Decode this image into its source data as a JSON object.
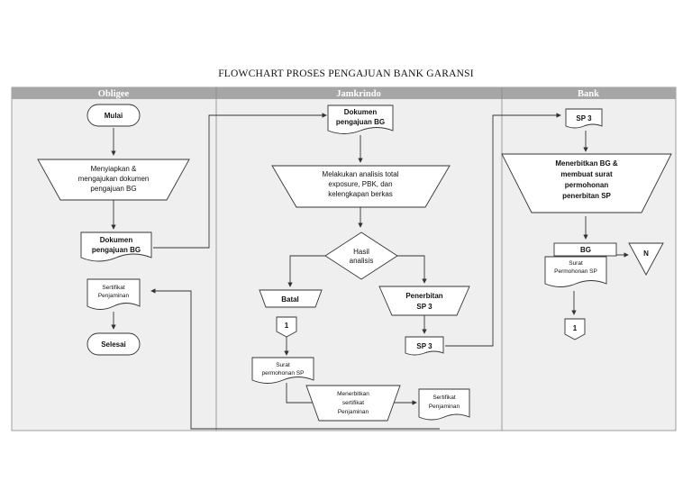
{
  "title": "FLOWCHART PROSES PENGAJUAN BANK GARANSI",
  "lanes": [
    "Obligee",
    "Jamkrindo",
    "Bank"
  ],
  "nodes": {
    "mulai": "Mulai",
    "menyiapkan": [
      "Menyiapkan &",
      "mengajukan dokumen",
      "pengajuan BG"
    ],
    "dok_obligee": [
      "Dokumen",
      "pengajuan BG"
    ],
    "sert_obligee": [
      "Sertifikat",
      "Penjaminan"
    ],
    "selesai": "Selesai",
    "dok_jam": [
      "Dokumen",
      "pengajuan BG"
    ],
    "analisis": [
      "Melakukan analisis total",
      "exposure, PBK, dan",
      "kelengkapan berkas"
    ],
    "hasil": [
      "Hasil",
      "analisis"
    ],
    "batal": "Batal",
    "penerbitan": [
      "Penerbitan",
      "SP 3"
    ],
    "conn1_jam": "1",
    "sp3_jam": "SP 3",
    "surat_jam": [
      "Surat",
      "permohonan SP"
    ],
    "menerbitkan_sert": [
      "Menerbitkan",
      "sertifikat",
      "Penjaminan"
    ],
    "sert_jam": [
      "Sertifikat",
      "Penjaminan"
    ],
    "sp3_bank": "SP 3",
    "menerbitkan_bg": [
      "Menerbitkan BG &",
      "membuat surat",
      "permohonan",
      "penerbitan SP"
    ],
    "bg": "BG",
    "surat_bank": [
      "Surat",
      "Permohonan SP"
    ],
    "n": "N",
    "conn1_bank": "1"
  }
}
